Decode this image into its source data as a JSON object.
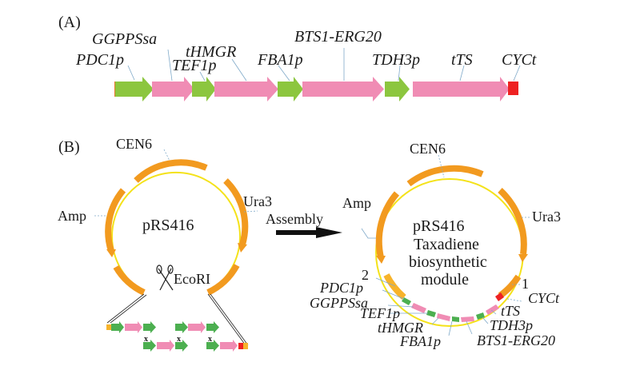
{
  "panel_a": {
    "label": "(A)",
    "genes": [
      {
        "name": "PDC1p",
        "type": "promoter"
      },
      {
        "name": "GGPPSsa",
        "type": "gene"
      },
      {
        "name": "TEF1p",
        "type": "promoter"
      },
      {
        "name": "tHMGR",
        "type": "gene"
      },
      {
        "name": "FBA1p",
        "type": "promoter"
      },
      {
        "name": "BTS1-ERG20",
        "type": "gene"
      },
      {
        "name": "TDH3p",
        "type": "promoter"
      },
      {
        "name": "tTS",
        "type": "gene"
      },
      {
        "name": "CYCt",
        "type": "terminator"
      }
    ]
  },
  "panel_b": {
    "label": "(B)",
    "left_plasmid": {
      "name": "pRS416",
      "labels": {
        "cen": "CEN6",
        "amp": "Amp",
        "ura": "Ura3"
      },
      "cut_site": "EcoRI"
    },
    "arrow_label": "Assembly",
    "right_plasmid": {
      "name": "pRS416",
      "subtitle_lines": [
        "Taxadiene",
        "biosynthetic",
        "module"
      ],
      "labels": {
        "cen": "CEN6",
        "amp": "Amp",
        "ura": "Ura3",
        "junction_1": "1",
        "junction_2": "2"
      },
      "module_labels": [
        "PDC1p",
        "GGPPSsa",
        "TEF1p",
        "tHMGR",
        "FBA1p",
        "BTS1-ERG20",
        "TDH3p",
        "tTS",
        "CYCt"
      ]
    }
  },
  "colors": {
    "promoter": "#8cc63f",
    "gene": "#f08cb4",
    "terminator": "#ee2222",
    "backbone": "#f29a1f",
    "backbone_line": "#f4e21a",
    "homology": "#f7b32b"
  }
}
